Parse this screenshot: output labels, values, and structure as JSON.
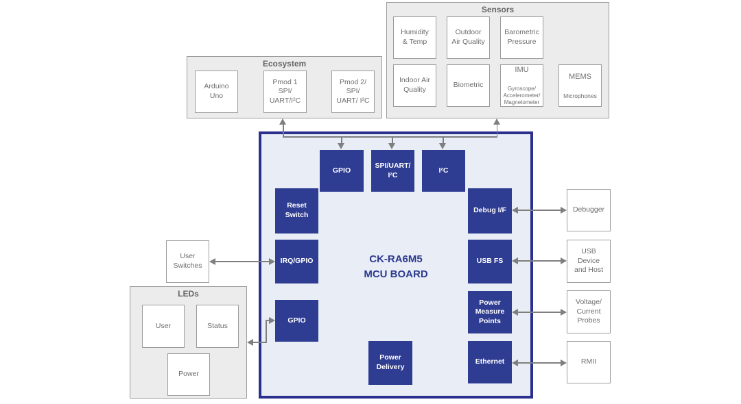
{
  "sensors": {
    "title": "Sensors",
    "items": {
      "humidity": {
        "label": "Humidity\n& Temp"
      },
      "outdoor": {
        "label": "Outdoor\nAir Quality"
      },
      "barometric": {
        "label": "Barometric\nPressure"
      },
      "indoor": {
        "label": "Indoor Air\nQuality"
      },
      "biometric": {
        "label": "Biometric"
      },
      "imu": {
        "label": "IMU",
        "sublabel": "Gyroscope/\nAccelerometer/\nMagnetometer"
      },
      "mems": {
        "label": "MEMS",
        "sublabel": "Microphones"
      }
    }
  },
  "ecosystem": {
    "title": "Ecosystem",
    "items": {
      "arduino": {
        "label": "Arduino\nUno"
      },
      "pmod1": {
        "label": "Pmod 1\nSPI/\nUART/I²C"
      },
      "pmod2": {
        "label": "Pmod 2/\nSPI/\nUART/ I²C"
      }
    }
  },
  "board": {
    "title": "CK-RA6M5\nMCU BOARD",
    "blocks": {
      "gpio_top": "GPIO",
      "spi_uart": "SPI/UART/\nI²C",
      "i2c": "I²C",
      "reset_switch": "Reset\nSwitch",
      "debug_if": "Debug I/F",
      "irq_gpio": "IRQ/GPIO",
      "usb_fs": "USB FS",
      "gpio_left": "GPIO",
      "power_measure": "Power\nMeasure\nPoints",
      "power_delivery": "Power\nDelivery",
      "ethernet": "Ethernet"
    }
  },
  "left": {
    "user_switches": "User\nSwitches",
    "leds": {
      "title": "LEDs",
      "items": {
        "user": "User",
        "status": "Status",
        "power": "Power"
      }
    }
  },
  "right": {
    "debugger": "Debugger",
    "usb_device": "USB\nDevice\nand Host",
    "probes": "Voltage/\nCurrent\nProbes",
    "rmii": "RMII"
  },
  "colors": {
    "block_blue": "#2e3c92",
    "board_fill": "#e8edf6",
    "board_border": "#2b2f8e",
    "group_fill": "#ececec",
    "box_border": "#9c9c9c",
    "text_gray": "#6e6e6e",
    "arrow_gray": "#7f7f7f",
    "title_blue": "#2d3a8f"
  }
}
